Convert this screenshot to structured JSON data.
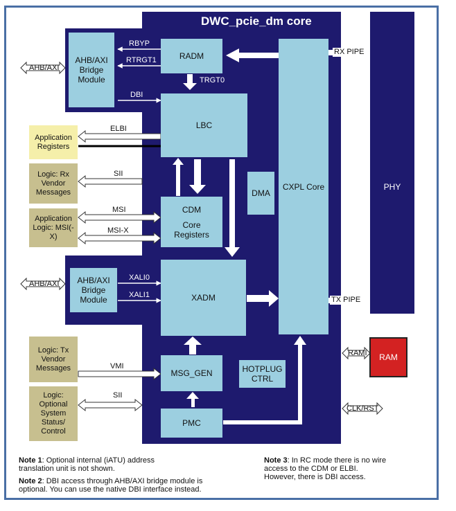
{
  "core_title": "DWC_pcie_dm core",
  "blocks": {
    "ahb_bridge_top": "AHB/AXI Bridge Module",
    "radm": "RADM",
    "lbc": "LBC",
    "cdm": "CDM",
    "core_registers": "Core Registers",
    "dma": "DMA",
    "cxpl_core": "CXPL Core",
    "phy": "PHY",
    "ahb_bridge_bottom": "AHB/AXI Bridge Module",
    "xadm": "XADM",
    "msg_gen": "MSG_GEN",
    "hotplug_ctrl": "HOTPLUG CTRL",
    "pmc": "PMC",
    "ram": "RAM"
  },
  "side_blocks": {
    "app_registers": "Application Registers",
    "rx_vendor": "Logic: Rx Vendor Messages",
    "msi_logic": "Application Logic: MSI(-X)",
    "tx_vendor": "Logic: Tx Vendor Messages",
    "optional_status": "Logic: Optional System Status/ Control"
  },
  "signals": {
    "rbyp": "RBYP",
    "rtrgt1": "RTRGT1",
    "trgt0": "TRGT0",
    "dbi": "DBI",
    "ahb_axi_top": "AHB/AXI",
    "elbi": "ELBI",
    "sii_top": "SII",
    "msi": "MSI",
    "msi_x": "MSI-X",
    "ahb_axi_bottom": "AHB/AXI",
    "xali0": "XALI0",
    "xali1": "XALI1",
    "vmi": "VMI",
    "sii_bottom": "SII",
    "rx_pipe": "RX PIPE",
    "tx_pipe": "TX PIPE",
    "rami": "RAMI",
    "clk_rst": "CLK/RST"
  },
  "notes": {
    "note1_label": "Note 1",
    "note1_text": ": Optional internal (iATU) address translation unit is not shown.",
    "note2_label": "Note 2",
    "note2_text": ": DBI access through AHB/AXI bridge module is optional. You can use the native DBI interface instead.",
    "note3_label": "Note 3",
    "note3_text": ": In RC mode there is no wire access to the CDM or ELBI. However, there is DBI access."
  },
  "colors": {
    "core": "#1e1a6e",
    "block": "#9ccfe0",
    "side_logic": "#c7bf8f",
    "app_registers": "#f5efaa",
    "ram": "#d32222",
    "frame": "#4a6fa5"
  }
}
